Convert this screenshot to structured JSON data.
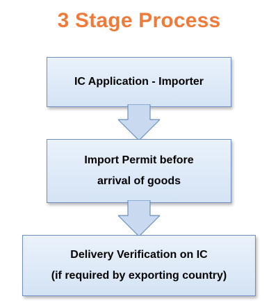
{
  "title": "3 Stage Process",
  "colors": {
    "title": "#f07a3a",
    "box_fill_top": "#eaf2fb",
    "box_fill_bottom": "#d4e3f5",
    "box_border": "#6c8fbf",
    "arrow_fill": "#c9daf0"
  },
  "stages": [
    {
      "lines": [
        "IC Application - Importer"
      ]
    },
    {
      "lines": [
        "Import Permit before",
        "arrival of goods"
      ]
    },
    {
      "lines": [
        "Delivery Verification on IC",
        "(if required by exporting country)"
      ]
    }
  ],
  "connectors": [
    {
      "from": 1,
      "to": 2,
      "icon": "down-arrow-icon"
    },
    {
      "from": 2,
      "to": 3,
      "icon": "down-arrow-icon"
    }
  ]
}
